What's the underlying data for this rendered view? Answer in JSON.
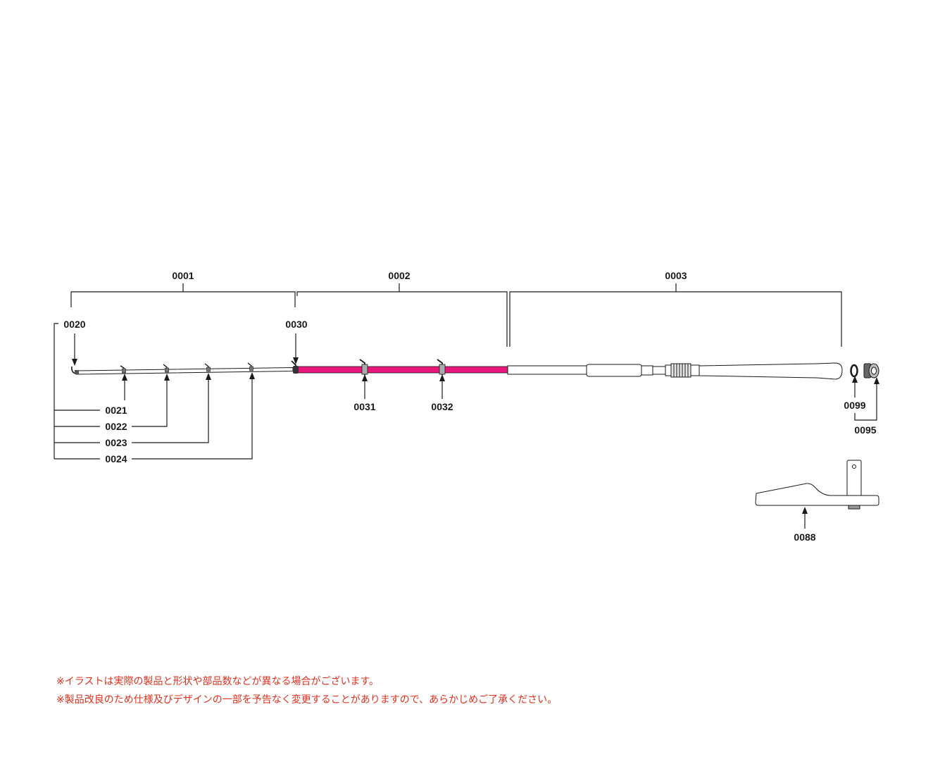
{
  "labels": {
    "p0001": "0001",
    "p0002": "0002",
    "p0003": "0003",
    "p0020": "0020",
    "p0030": "0030",
    "p0021": "0021",
    "p0022": "0022",
    "p0023": "0023",
    "p0024": "0024",
    "p0031": "0031",
    "p0032": "0032",
    "p0099": "0099",
    "p0095": "0095",
    "p0088": "0088"
  },
  "notes": {
    "line1": "※イラストは実際の製品と形状や部品数などが異なる場合がございます。",
    "line2": "※製品改良のため仕様及びデザインの一部を予告なく変更することがありますので、あらかじめご了承ください。"
  },
  "colors": {
    "mid_section": "#e8157a",
    "note_text": "#e0301e",
    "line": "#1a1a1a"
  }
}
